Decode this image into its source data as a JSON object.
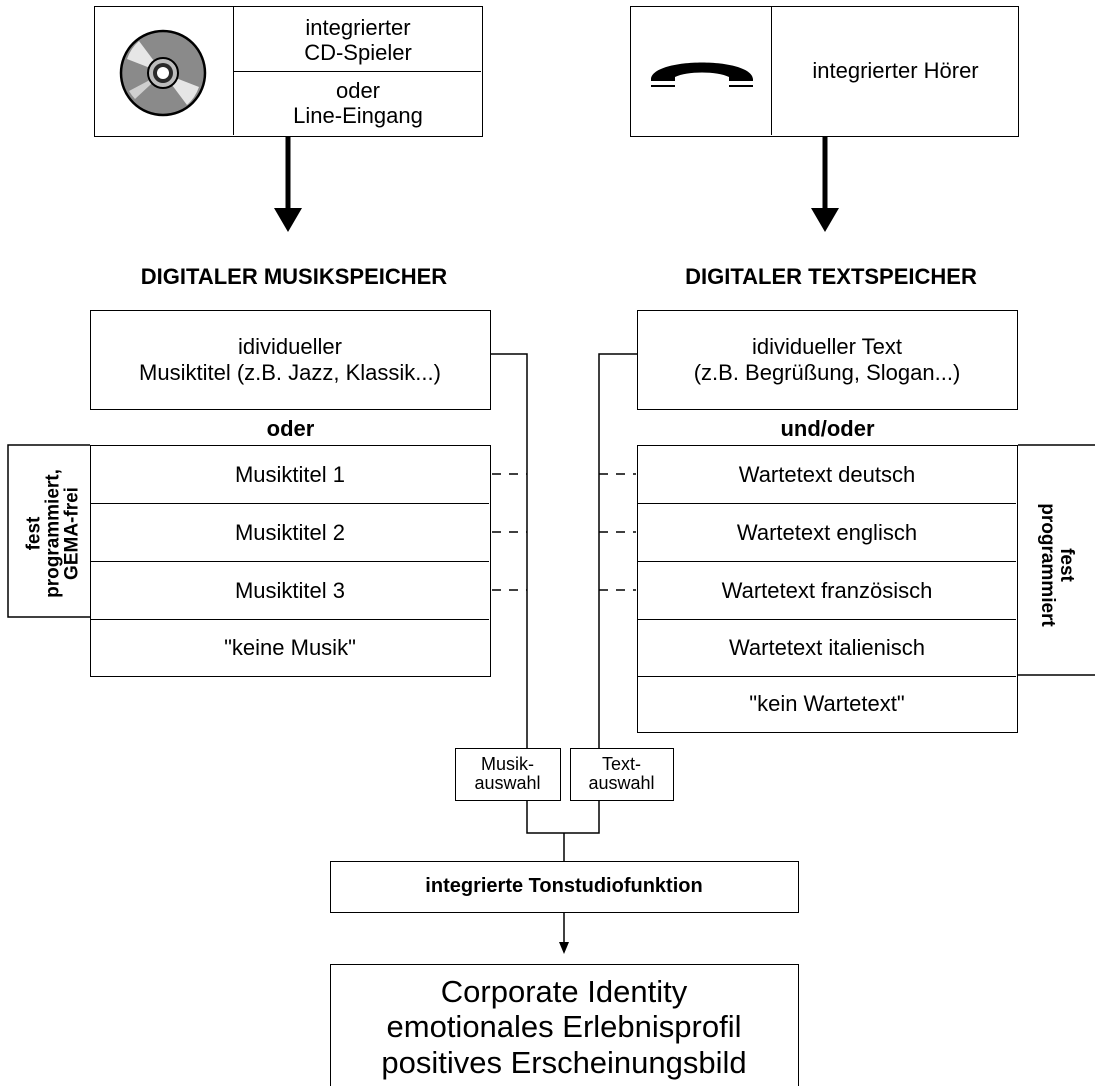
{
  "sources": {
    "cd_line1": "integrierter",
    "cd_line2": "CD-Spieler",
    "oder1": "oder",
    "oder2": "Line-Eingang",
    "receiver": "integrierter Hörer"
  },
  "music": {
    "heading": "DIGITALER MUSIKSPEICHER",
    "individual_line1": "idividueller",
    "individual_line2": "Musiktitel (z.B. Jazz, Klassik...)",
    "or_label": "oder",
    "side_label_line1": "fest",
    "side_label_line2": "programmiert,",
    "side_label_line3": "GEMA-frei",
    "items": [
      "Musiktitel  1",
      "Musiktitel  2",
      "Musiktitel  3",
      "\"keine Musik\""
    ],
    "select_line1": "Musik-",
    "select_line2": "auswahl"
  },
  "text": {
    "heading": "DIGITALER TEXTSPEICHER",
    "individual_line1": "idividueller Text",
    "individual_line2": "(z.B. Begrüßung, Slogan...)",
    "or_label": "und/oder",
    "side_label_line1": "fest",
    "side_label_line2": "programmiert",
    "items": [
      "Wartetext deutsch",
      "Wartetext englisch",
      "Wartetext französisch",
      "Wartetext italienisch",
      "\"kein Wartetext\""
    ],
    "select_line1": "Text-",
    "select_line2": "auswahl"
  },
  "studio": {
    "label": "integrierte Tonstudiofunktion"
  },
  "result": {
    "line1": "Corporate Identity",
    "line2": "emotionales Erlebnisprofil",
    "line3": "positives Erscheinungsbild"
  }
}
